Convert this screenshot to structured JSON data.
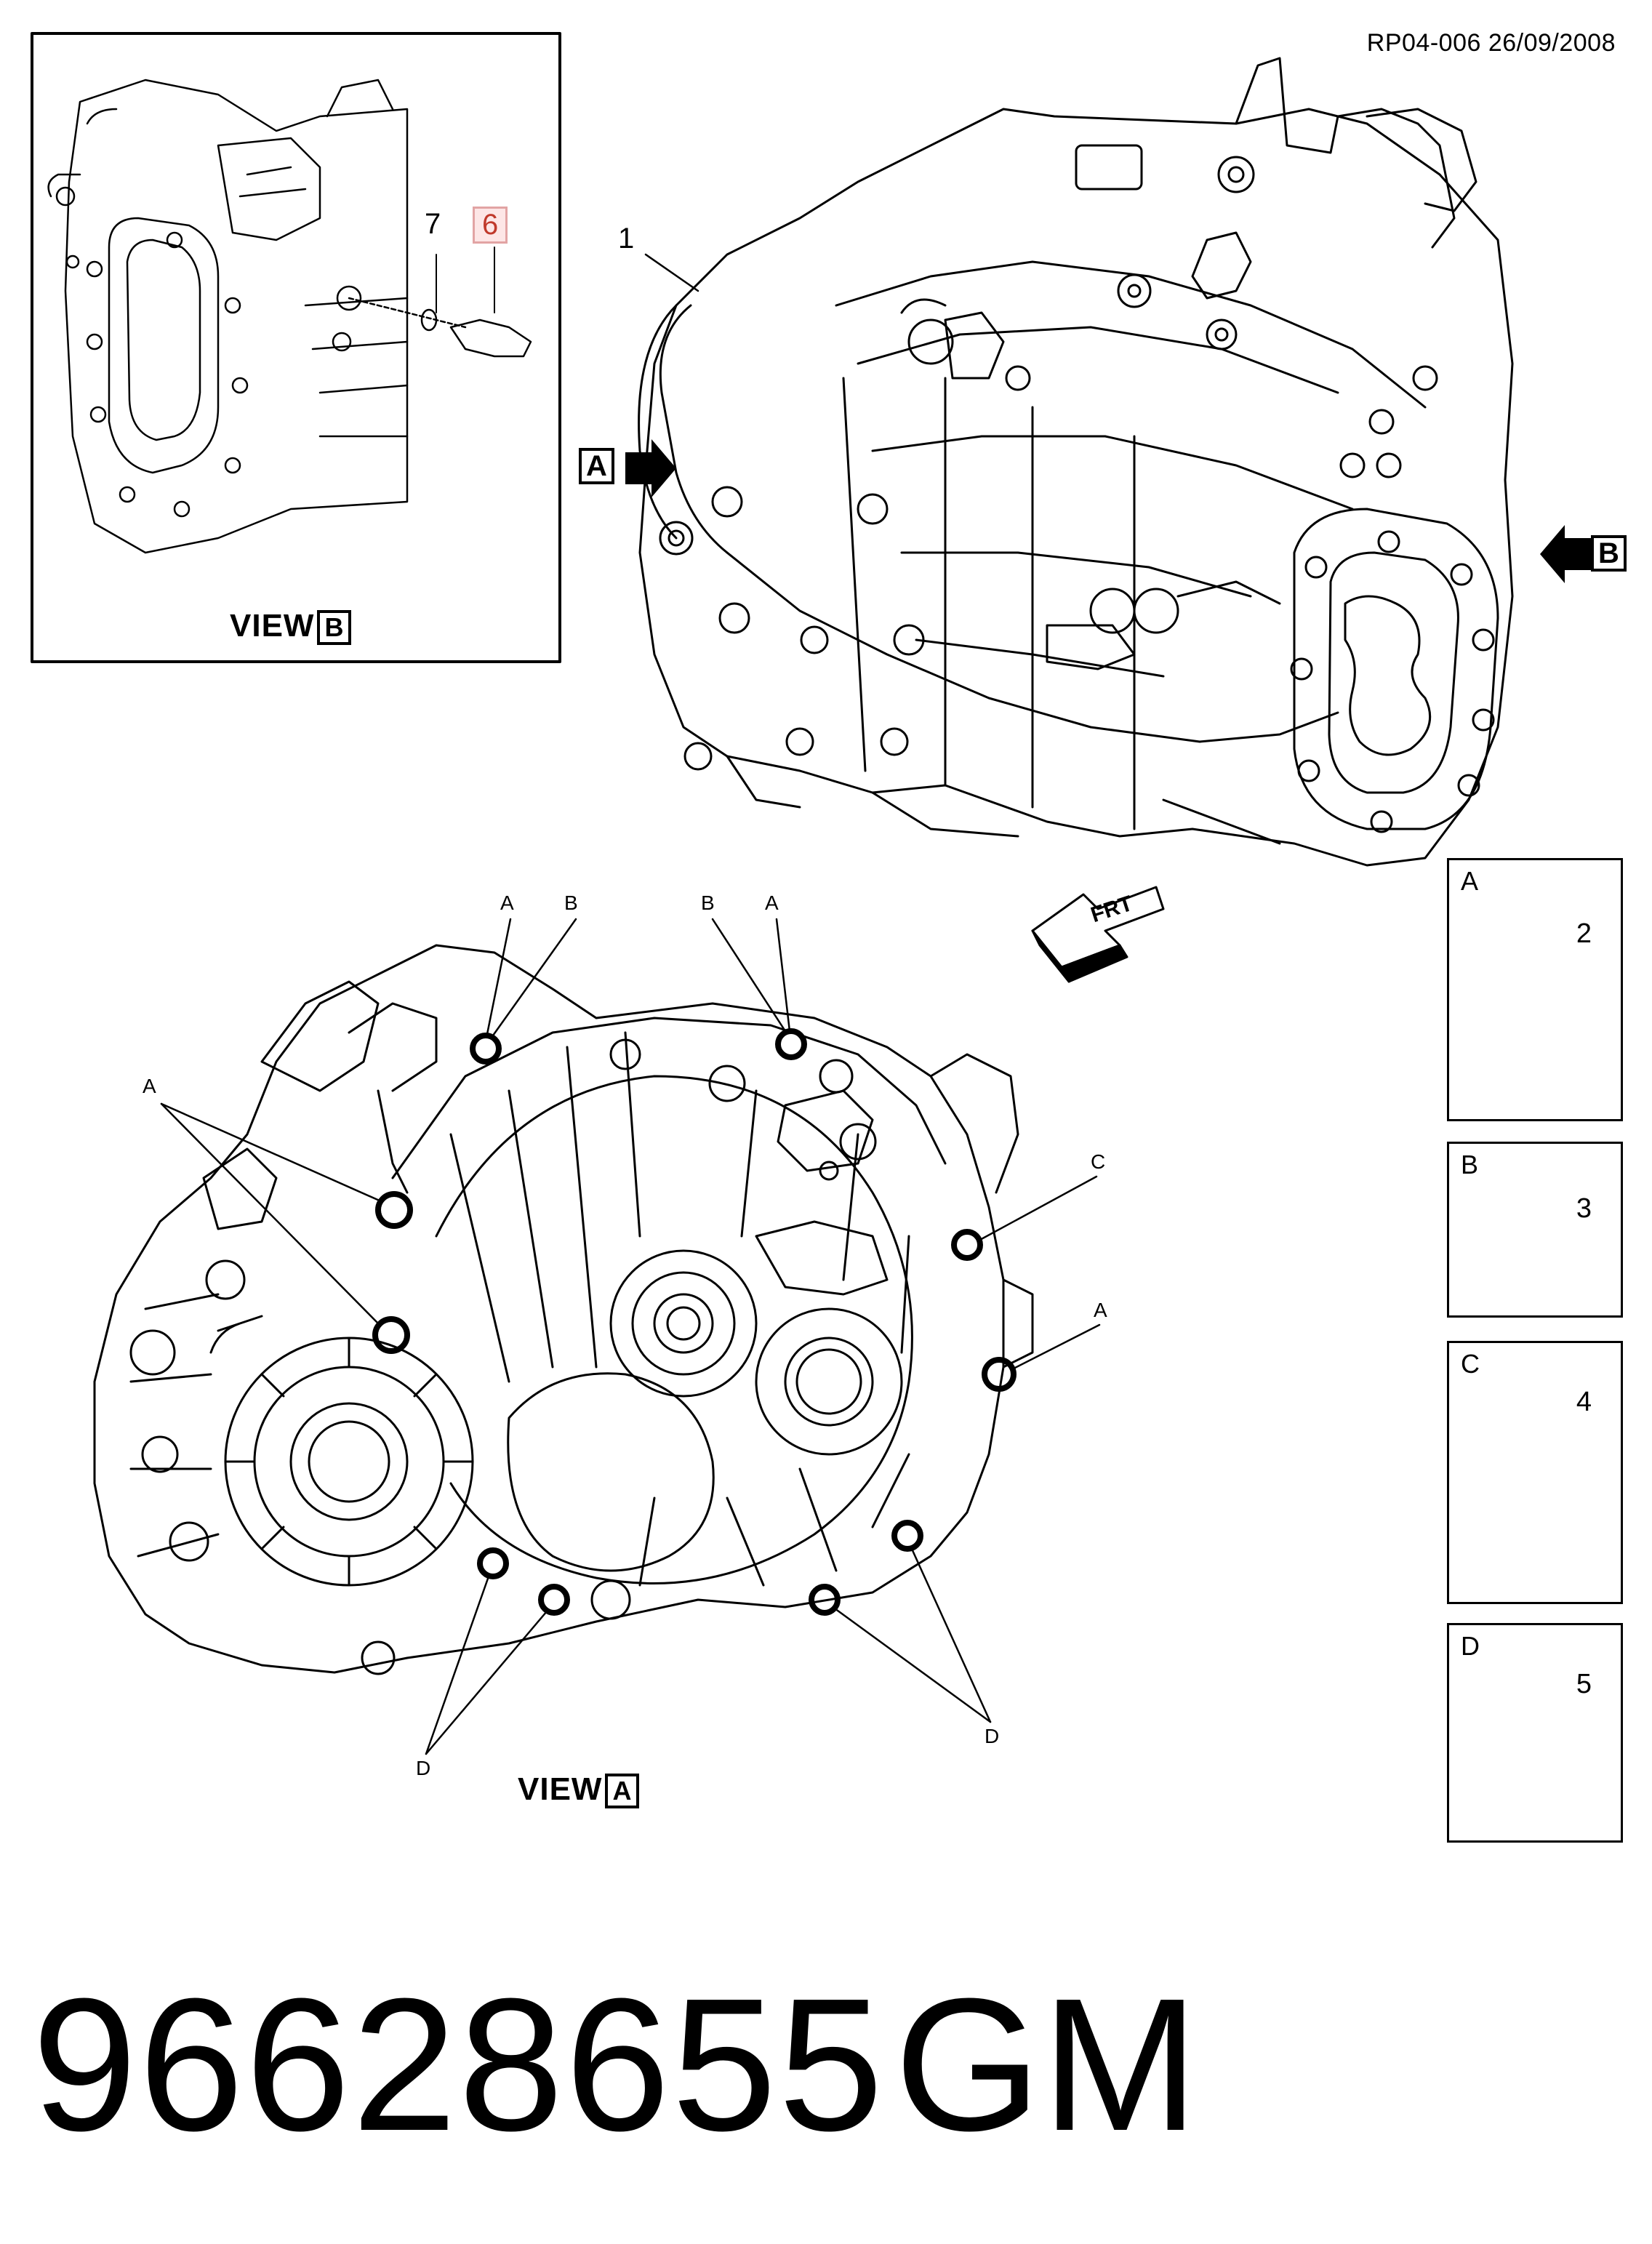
{
  "header": {
    "ref": "RP04-006 26/09/2008"
  },
  "view_b": {
    "title": "VIEW",
    "box": "B",
    "callouts": [
      "7",
      "6"
    ]
  },
  "view_a": {
    "title": "VIEW",
    "box": "A",
    "callouts": [
      "A",
      "B",
      "B",
      "A",
      "A",
      "C",
      "A",
      "D",
      "D"
    ]
  },
  "main": {
    "callout_1": "1",
    "arrow_a": "A",
    "arrow_b": "B",
    "frt": "FRT"
  },
  "fasteners": [
    {
      "letter": "A",
      "number": "2"
    },
    {
      "letter": "B",
      "number": "3"
    },
    {
      "letter": "C",
      "number": "4"
    },
    {
      "letter": "D",
      "number": "5"
    }
  ],
  "footer": {
    "part_number": "96628655",
    "brand": "GM"
  },
  "colors": {
    "highlight": "#c0392b",
    "highlight_bg": "#fde6e6"
  }
}
